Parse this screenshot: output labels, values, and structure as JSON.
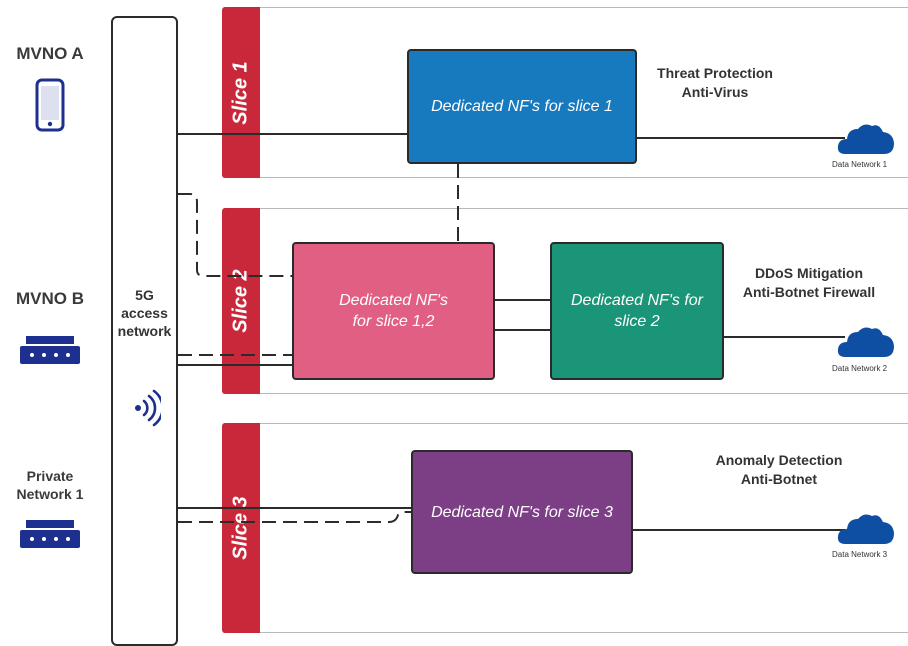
{
  "tenants": [
    {
      "label": "MVNO A",
      "icon": "smartphone-icon"
    },
    {
      "label": "MVNO B",
      "icon": "router-icon"
    },
    {
      "label": "Private\nNetwork 1",
      "icon": "router-icon"
    }
  ],
  "access_network": {
    "label": "5G\naccess\nnetwork",
    "icon": "wireless-signal-icon"
  },
  "slices": [
    {
      "label": "Slice 1"
    },
    {
      "label": "Slice 2"
    },
    {
      "label": "Slice 3"
    }
  ],
  "network_functions": [
    {
      "label": "Dedicated NF's for slice 1",
      "color": "#1779be"
    },
    {
      "label": "Dedicated NF's\nfor slice 1,2",
      "color": "#e05f83"
    },
    {
      "label": "Dedicated NF's for\nslice 2",
      "color": "#1b9577"
    },
    {
      "label": "Dedicated NF's for slice 3",
      "color": "#7c3f86"
    }
  ],
  "security_functions": [
    {
      "label": "Threat Protection\nAnti-Virus"
    },
    {
      "label": "DDoS Mitigation\nAnti-Botnet Firewall"
    },
    {
      "label": "Anomaly Detection\nAnti-Botnet"
    }
  ],
  "data_networks": [
    {
      "label": "Data Network 1",
      "icon": "cloud-icon"
    },
    {
      "label": "Data Network 2",
      "icon": "cloud-icon"
    },
    {
      "label": "Data Network 3",
      "icon": "cloud-icon"
    }
  ],
  "colors": {
    "slice_bar": "#c8283a",
    "icon_blue": "#1d2f8f",
    "cloud_blue": "#0f4fa3",
    "line": "#2b2b2b"
  }
}
